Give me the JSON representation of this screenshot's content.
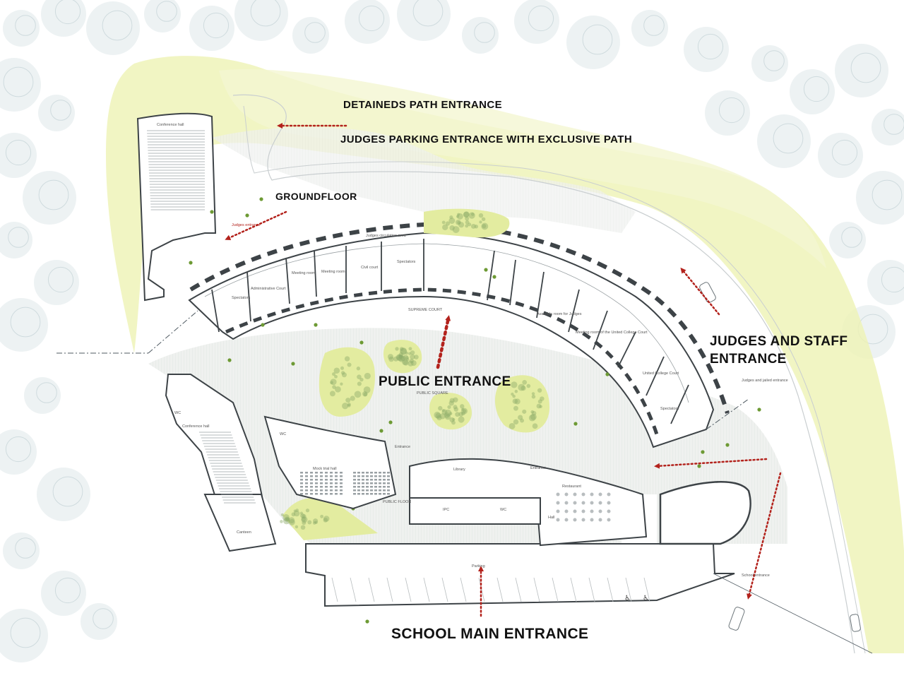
{
  "labels": {
    "detaineds_path": "DETAINEDS PATH ENTRANCE",
    "judges_parking": "JUDGES PARKING ENTRANCE WITH EXCLUSIVE PATH",
    "groundfloor": "GROUNDFLOOR",
    "judges_staff_line1": "JUDGES AND STAFF",
    "judges_staff_line2": "ENTRANCE",
    "public_entrance": "PUBLIC ENTRANCE",
    "school_main": "SCHOOL MAIN ENTRANCE"
  },
  "rooms": {
    "conference_hall_top": "Conference hall",
    "conference_hall_left": "Conference hall",
    "judges_entrance": "Judges entrance",
    "judges_circulation": "Judges circulation area",
    "spectators_left": "Spectators",
    "administrative_court": "Administrative Court",
    "meeting_room_1": "Meeting room",
    "meeting_room_2": "Meeting room",
    "civil_court": "Civil court",
    "spectators_mid": "Spectators",
    "supreme_court": "SUPREME COURT",
    "available_room": "Available room for Judges",
    "meeting_room_united": "Meeting room of the United College Court",
    "united_college_court": "United College Court",
    "spectators_right": "Spectators",
    "public_square": "PUBLIC SQUARE",
    "wc_left": "WC",
    "wc_mid": "WC",
    "mock_trial_hall": "Mock trial hall",
    "entrance_mid": "Entrance",
    "library": "Library",
    "entrance_right": "Entrance",
    "restaurant": "Restaurant",
    "public_floor": "PUBLIC FLOOR",
    "ipc": "IPC",
    "wc_bottom": "WC",
    "hall": "Hall",
    "canteen": "Canteen",
    "parking": "Parking",
    "judges_and_jailed": "Judges and jailed entrance",
    "school_entrance": "School entrance"
  },
  "colors": {
    "arrow_red": "#b3221c",
    "green_band": "#eef2b4",
    "green_patch": "#e3eca0",
    "building_line": "#3d4347",
    "plaza": "#edf0ee",
    "tree": "#dfe8ea",
    "plant": "#6d9a34"
  }
}
